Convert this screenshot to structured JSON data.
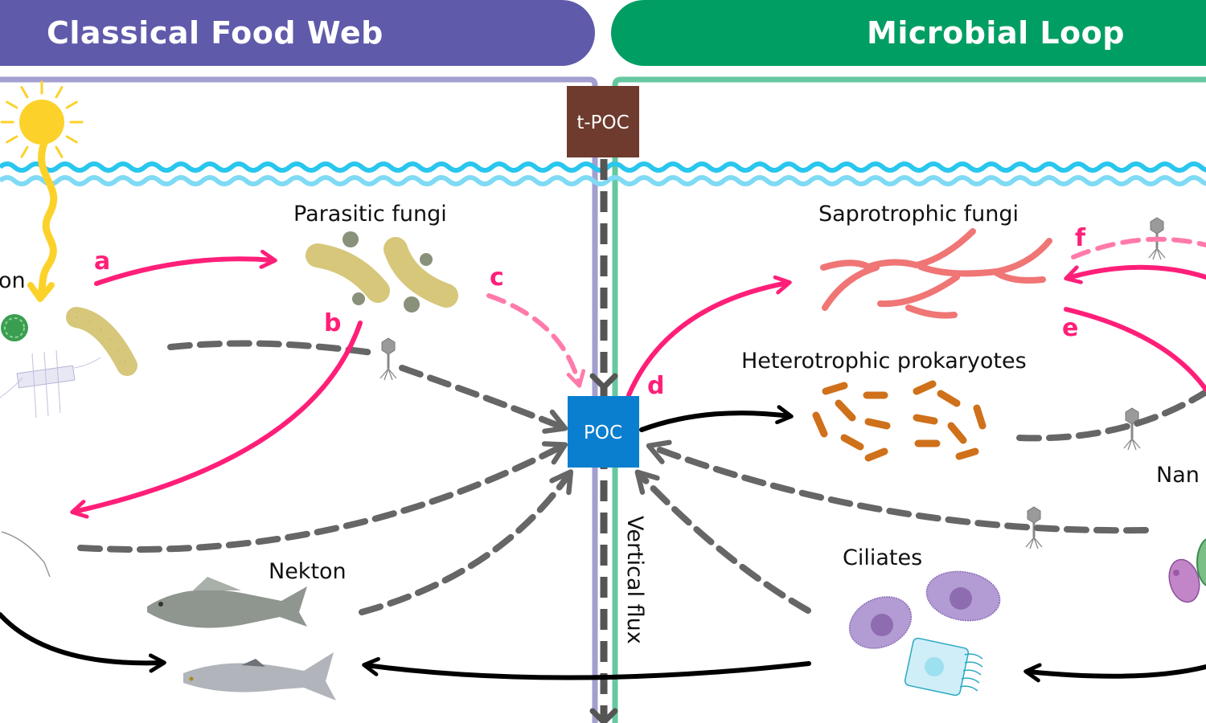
{
  "headers": {
    "left_title": "Classical Food Web",
    "right_title": "Microbial Loop"
  },
  "colors": {
    "left_accent": "#5f5aaa",
    "left_border": "#a39fd1",
    "right_accent": "#009e62",
    "right_border": "#66c8a0",
    "tpoc_box": "#6e3b2e",
    "poc_box": "#0a7fcf",
    "trophic_arrow": "#ff1f78",
    "trophic_arrow_light": "#ff7aab",
    "detritus_arrow": "#666666",
    "feeding_arrow": "#000000",
    "water": "#29c6ee",
    "sun": "#fcd22a"
  },
  "nodes": {
    "tpoc": "t-POC",
    "poc": "POC",
    "phytoplankton_partial": "on",
    "parasitic_fungi": "Parasitic fungi",
    "nekton": "Nekton",
    "saprotrophic_fungi": "Saprotrophic fungi",
    "heterotrophic_prokaryotes": "Heterotrophic prokaryotes",
    "nanoflagellates_partial": "Nan",
    "ciliates": "Ciliates",
    "vertical_flux": "Vertical flux"
  },
  "arrow_labels": {
    "a": "a",
    "b": "b",
    "c": "c",
    "d": "d",
    "e": "e",
    "f": "f"
  },
  "legend_icons": [
    "sun-icon",
    "water-surface-icon",
    "bacteriophage-icon",
    "fish-icon",
    "diatom-icon",
    "ciliate-icon",
    "bacteria-icon",
    "hyphae-icon"
  ]
}
